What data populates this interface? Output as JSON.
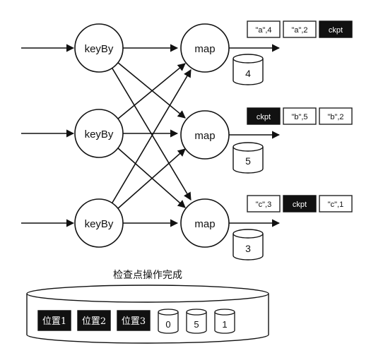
{
  "operators": {
    "keyby": [
      "keyBy",
      "keyBy",
      "keyBy"
    ],
    "map": [
      "map",
      "map",
      "map"
    ]
  },
  "states": [
    "4",
    "5",
    "3"
  ],
  "queues": [
    [
      {
        "text": "\"a\",4",
        "dark": false
      },
      {
        "text": "\"a\",2",
        "dark": false
      },
      {
        "text": "ckpt",
        "dark": true
      }
    ],
    [
      {
        "text": "ckpt",
        "dark": true
      },
      {
        "text": "\"b\",5",
        "dark": false
      },
      {
        "text": "\"b\",2",
        "dark": false
      }
    ],
    [
      {
        "text": "\"c\",3",
        "dark": false
      },
      {
        "text": "ckpt",
        "dark": true
      },
      {
        "text": "\"c\",1",
        "dark": false
      }
    ]
  ],
  "checkpoint": {
    "title": "检查点操作完成",
    "positions": [
      "位置1",
      "位置2",
      "位置3"
    ],
    "states": [
      "0",
      "5",
      "1"
    ]
  },
  "colors": {
    "stroke": "#111111",
    "dark_fill": "#111111",
    "background": "#ffffff"
  }
}
